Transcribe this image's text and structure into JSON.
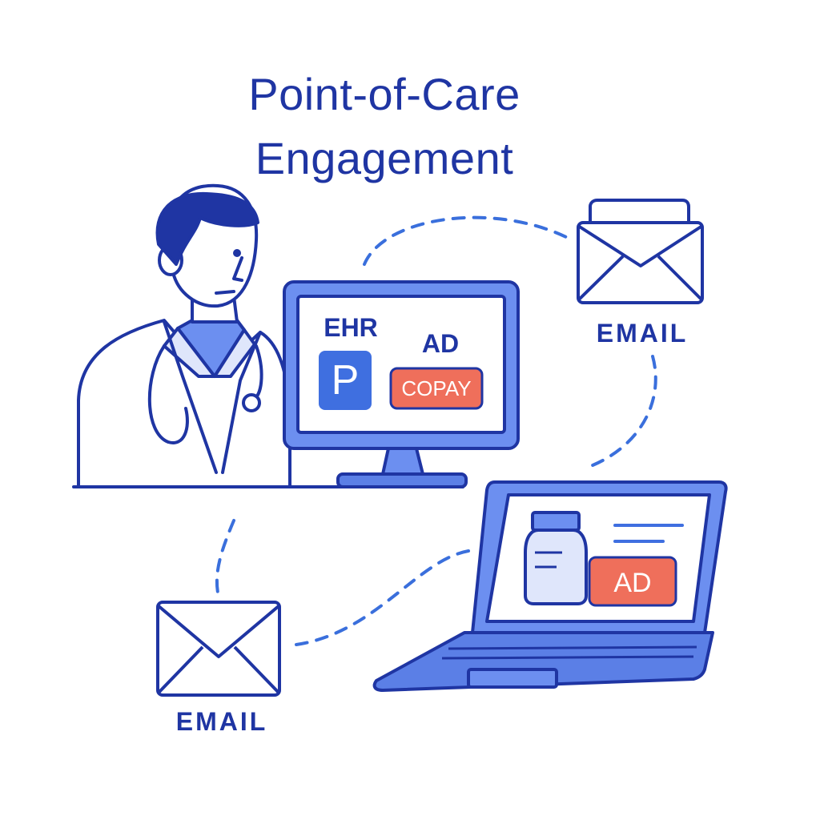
{
  "title": {
    "line1": "Point-of-Care",
    "line2": "Engagement"
  },
  "desktop_screen": {
    "ehr_label": "EHR",
    "ehr_icon_letter": "P",
    "ad_label": "AD",
    "copay_label": "COPAY"
  },
  "laptop_screen": {
    "ad_label": "AD"
  },
  "email_top": {
    "label": "EMAIL"
  },
  "email_bottom": {
    "label": "EMAIL"
  },
  "colors": {
    "outline": "#1f35a3",
    "accent_blue": "#5b7fe6",
    "light_blue": "#dfe6fb",
    "ehr_blue": "#3f6fe0",
    "ad_red": "#ef6f5b",
    "dash": "#3a6fdc"
  },
  "icons": [
    "doctor",
    "stethoscope",
    "desktop-monitor",
    "laptop",
    "pill-bottle",
    "envelope",
    "envelope"
  ]
}
